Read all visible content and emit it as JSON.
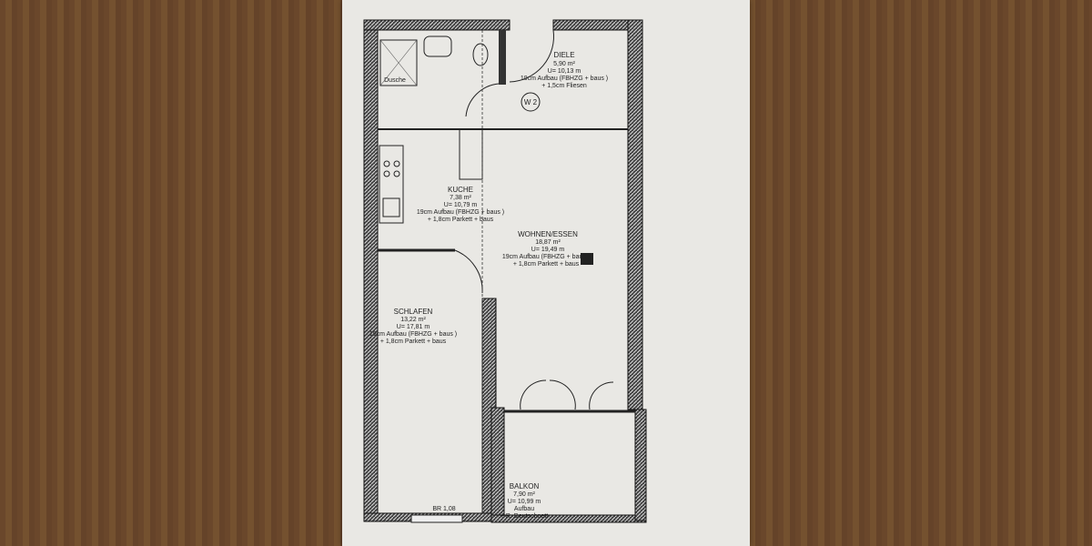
{
  "plan": {
    "unit_marker": "W 2",
    "rooms": {
      "dusche": {
        "name": "Dusche"
      },
      "diele": {
        "name": "DIELE",
        "area": "5,90 m²",
        "perimeter": "U= 10,13 m",
        "note1": "19cm Aufbau (FBHZG + baus )",
        "note2": "+ 1,5cm Fliesen"
      },
      "kueche": {
        "name": "KUCHE",
        "area": "7,38 m²",
        "perimeter": "U= 10,79 m",
        "note1": "19cm Aufbau (FBHZG + baus )",
        "note2": "+ 1,8cm Parkett + baus"
      },
      "wohnen": {
        "name": "WOHNEN/ESSEN",
        "area": "18,87 m²",
        "perimeter": "U= 19,49 m",
        "note1": "19cm Aufbau (FBHZG + baus )",
        "note2": "+ 1,8cm Parkett + baus"
      },
      "schlafen": {
        "name": "SCHLAFEN",
        "area": "13,22 m²",
        "perimeter": "U= 17,81 m",
        "note1": "19cm Aufbau (FBHZG + baus )",
        "note2": "+ 1,8cm Parkett + baus"
      },
      "balkon": {
        "name": "BALKON",
        "area": "7,90 m²",
        "perimeter": "U= 10,99 m",
        "note1": "Aufbau",
        "note2": "+ R. Deutschnett"
      }
    },
    "window_label": "BR 1,08"
  }
}
